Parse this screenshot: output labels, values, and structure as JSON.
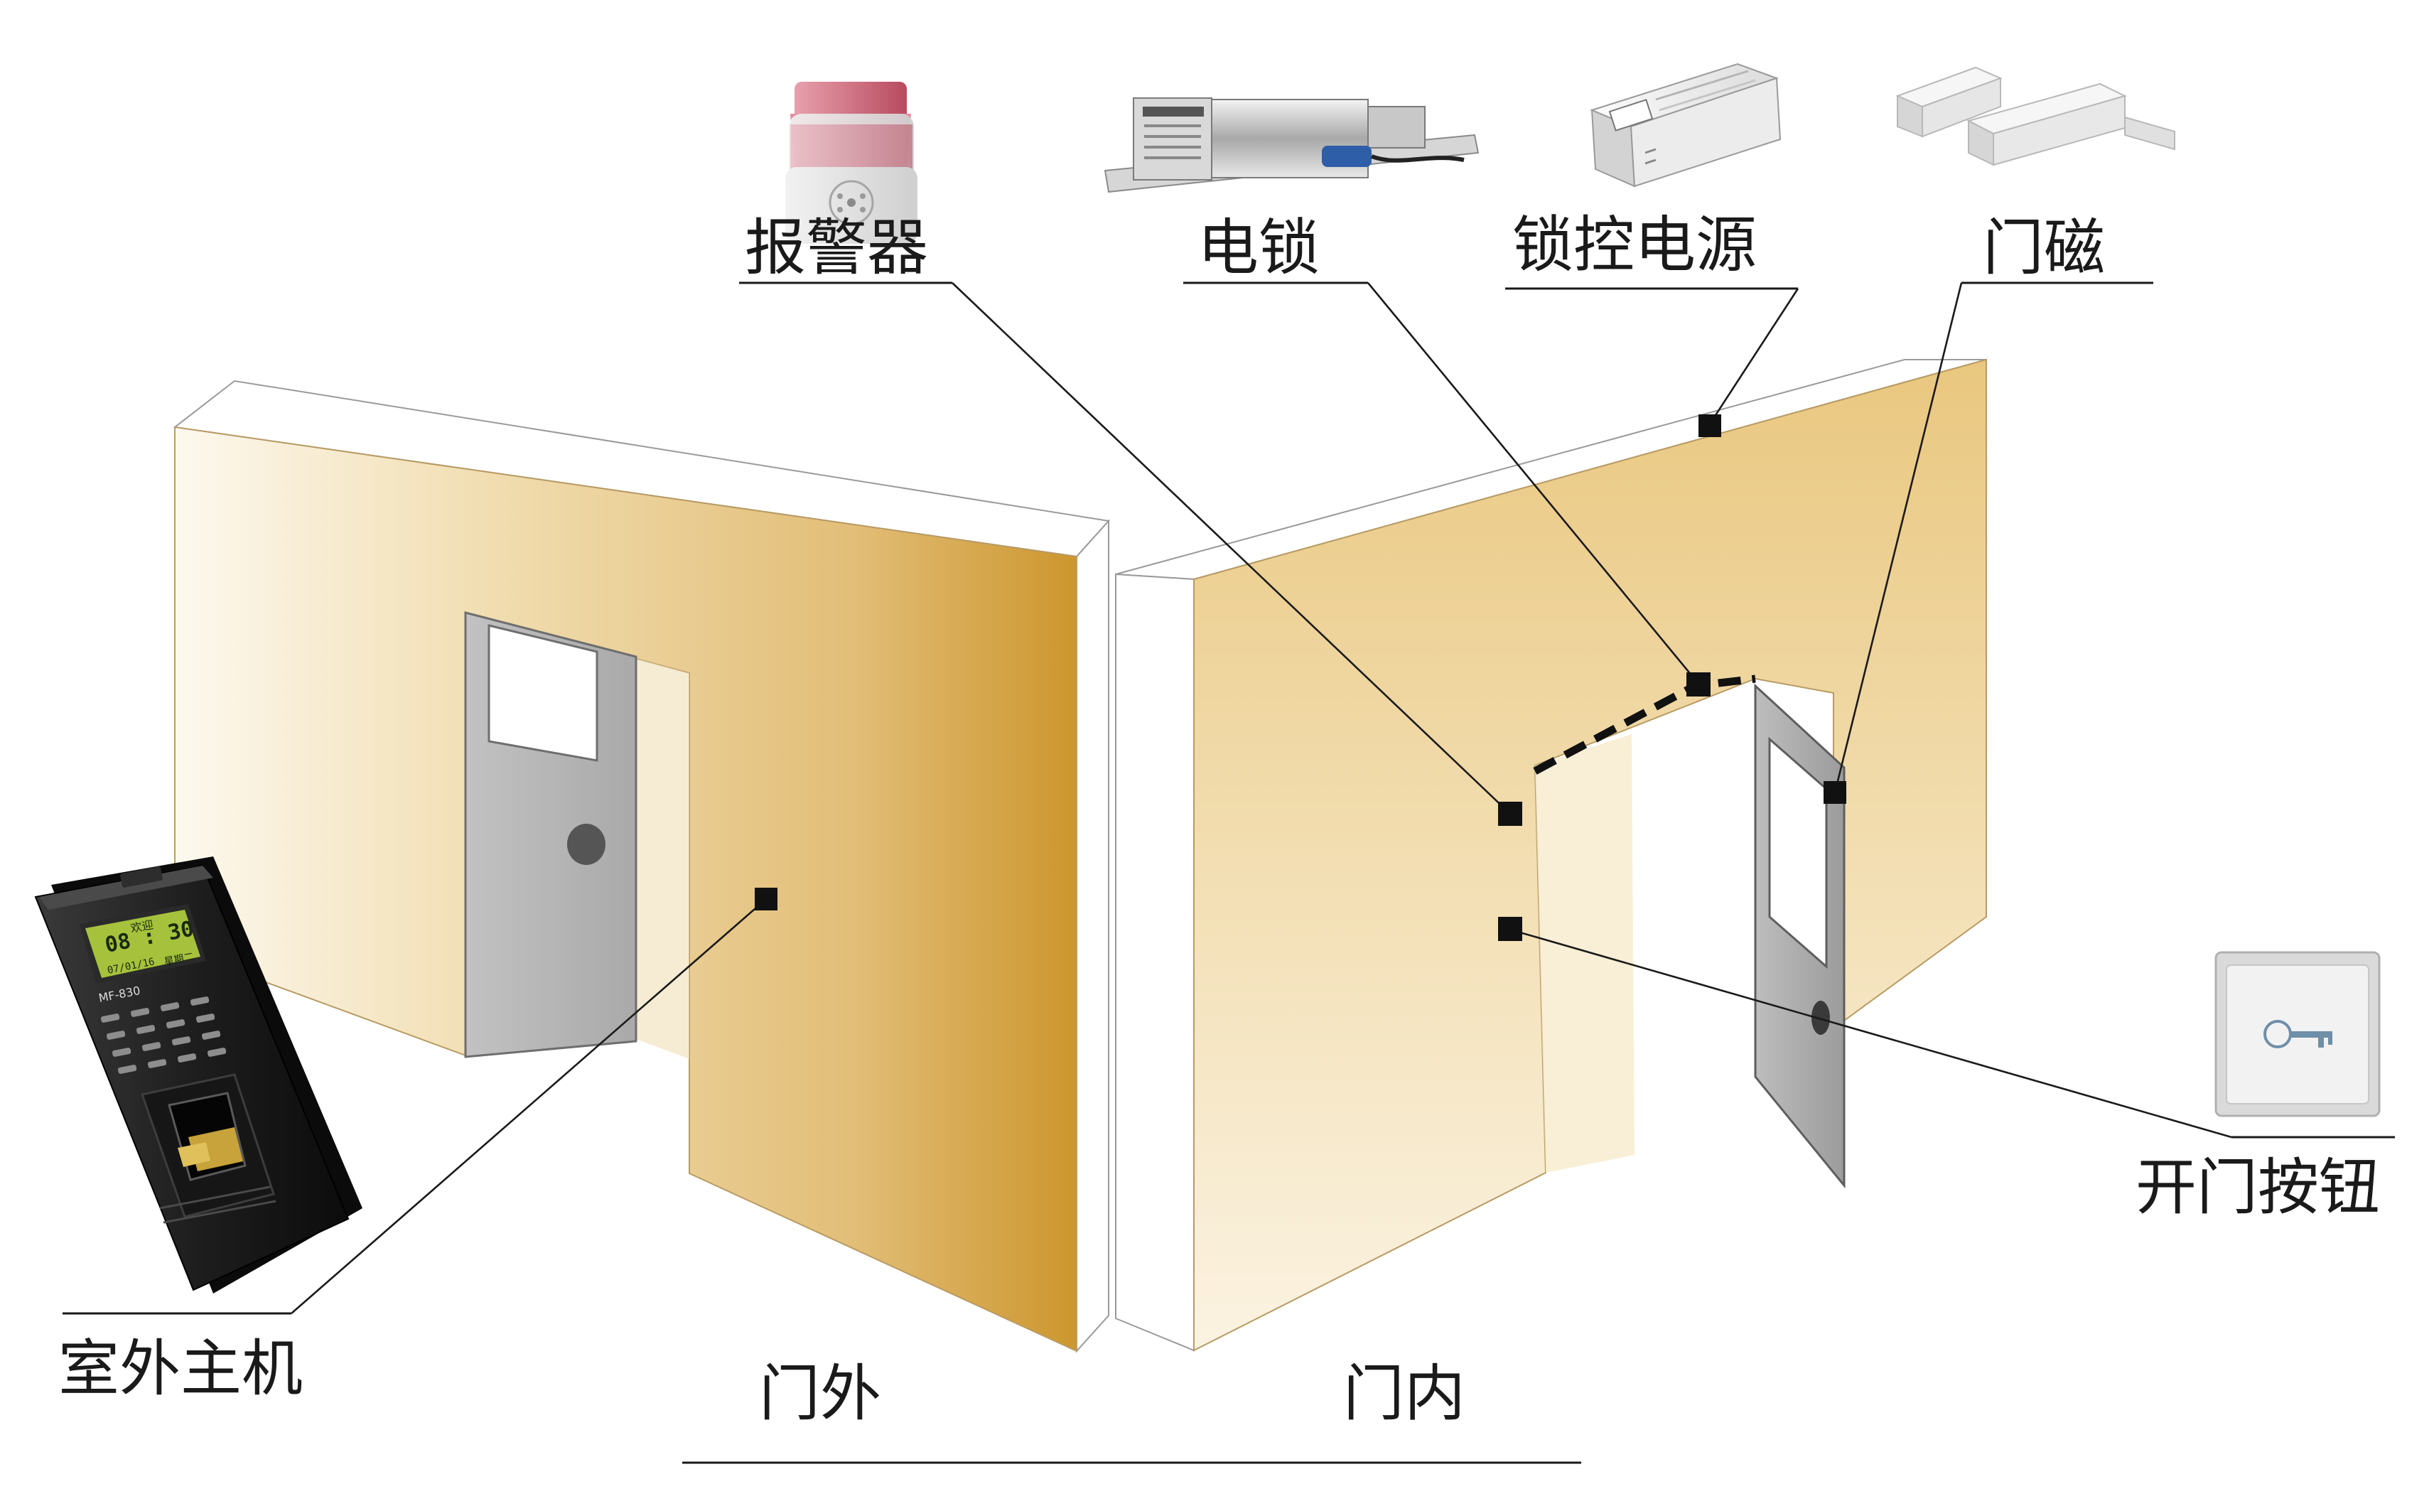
{
  "labels": {
    "alarm": "报警器",
    "electric_lock": "电锁",
    "lock_power": "锁控电源",
    "door_magnet": "门磁",
    "exit_button": "开门按钮",
    "outdoor_unit": "室外主机",
    "outside": "门外",
    "inside": "门内"
  },
  "device_screen": {
    "greeting": "欢迎",
    "time": "08 : 30",
    "date": "07/01/16",
    "weekday": "星期二",
    "model": "MF-830"
  },
  "colors": {
    "wall_light": "#fbf5e6",
    "wall_mid": "#e6c88a",
    "wall_dark": "#cf9c3a",
    "door_gray": "#b9b9b9",
    "wall_edge": "#ffffff",
    "line": "#1a1a1a",
    "device_body": "#1c1c1c",
    "lcd_green": "#a6c23c"
  },
  "icons": [
    "alarm-siren-icon",
    "electric-bolt-lock-icon",
    "power-supply-box-icon",
    "door-magnet-sensor-icon",
    "exit-button-panel-icon",
    "fingerprint-terminal-icon"
  ]
}
